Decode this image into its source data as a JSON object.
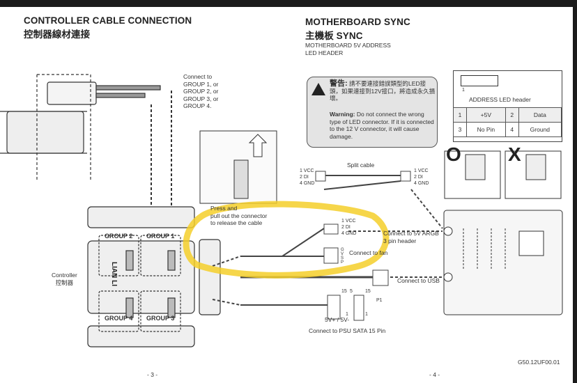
{
  "left": {
    "title": "CONTROLLER CABLE CONNECTION",
    "title_zh": "控制器線材連接",
    "connect_note": [
      "Connect to",
      "GROUP 1, or",
      "GROUP 2, or",
      "GROUP 3, or",
      "GROUP 4."
    ],
    "groups": [
      "GROUP 2",
      "GROUP 1",
      "GROUP 4",
      "GROUP 3"
    ],
    "controller_label": "Controller",
    "controller_label_zh": "控制器",
    "brand": "LIAN LI",
    "release_note": [
      "Press and",
      "pull out the connector",
      "to release the cable"
    ],
    "page_number": "- 3 -"
  },
  "right": {
    "title": "MOTHERBOARD SYNC",
    "title_zh": "主機板 SYNC",
    "subtitle": [
      "MOTHERBOARD 5V ADDRESS",
      "LED HEADER"
    ],
    "warning": {
      "zh_label": "警告:",
      "zh_text": "請不要連接錯誤類型的LED接頭，如果連接到12V接口，將造成永久損壞。",
      "en_label": "Warning:",
      "en_text": "Do not connect the wrong type of LED connector. If it is connected to the 12 V connector, it will cause damage."
    },
    "header_box": {
      "pin_one": "1",
      "label": "ADDRESS LED header",
      "rows": [
        [
          "1",
          "+5V",
          "2",
          "Data"
        ],
        [
          "3",
          "No Pin",
          "4",
          "Ground"
        ]
      ]
    },
    "correct_mark": "O",
    "wrong_mark": "X",
    "split_cable": "Split cable",
    "pins_label": [
      "1 VCC",
      "2 DI",
      "4 GND"
    ],
    "fan_pins": "G V S P",
    "connect_argb": [
      "Connect to 5V ARGB",
      "3 pin header"
    ],
    "connect_fan": "Connect to fan",
    "connect_usb": "Connect to USB",
    "sata": {
      "pin15": "15",
      "pin5": "5",
      "pin1": "1",
      "p1": "P1",
      "voltage": "5V+ / 5V-",
      "label": "Connect  to PSU SATA 15 Pin"
    },
    "doc_code": "G50.12UF00.01",
    "page_number": "- 4 -"
  },
  "colors": {
    "highlight": "#f5cf2a",
    "panel": "#e4e4e4",
    "viewer_bg": "#1b1b1b"
  }
}
